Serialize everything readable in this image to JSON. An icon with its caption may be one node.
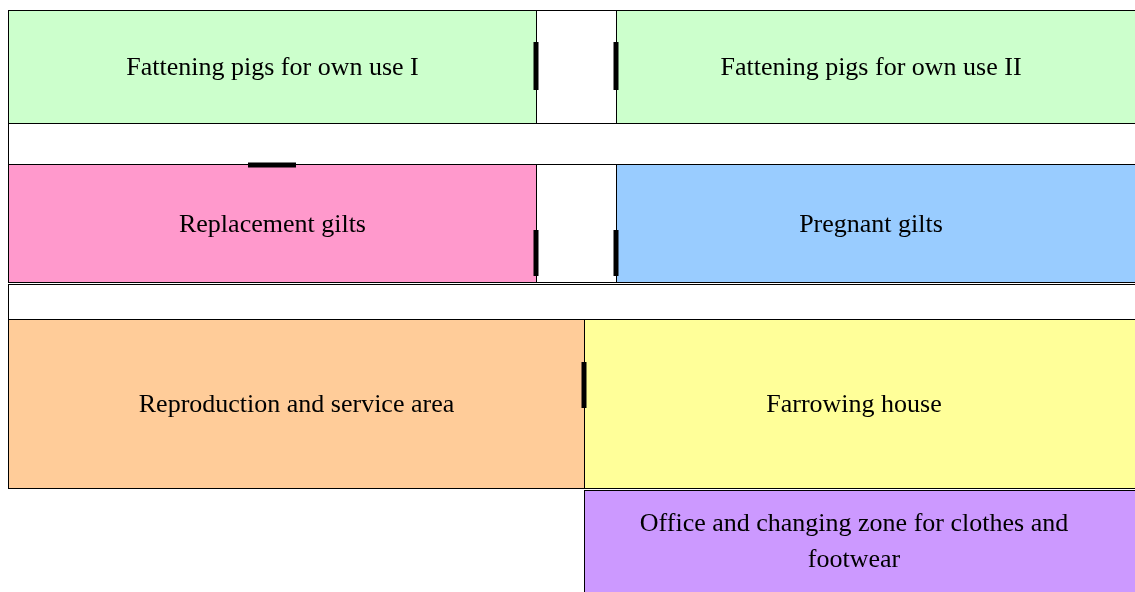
{
  "diagram": {
    "nodes": [
      {
        "text": [
          "Fattening pigs for own use I"
        ]
      },
      {
        "text": [],
        "shape": "box"
      },
      {
        "text": [
          "Fattening pigs for own use II"
        ]
      },
      {
        "text": [],
        "shape": "box"
      },
      {
        "text": [
          "Replacement gilts"
        ]
      },
      {
        "text": [],
        "shape": "box"
      },
      {
        "text": [
          "Pregnant gilts"
        ]
      },
      {
        "text": [],
        "shape": "box"
      },
      {
        "text": [
          "Reproduction and service area"
        ]
      },
      {
        "text": [
          "Farrowing house"
        ]
      },
      {
        "text": [
          "Office and changing zone for clothes and footwear"
        ]
      }
    ]
  }
}
